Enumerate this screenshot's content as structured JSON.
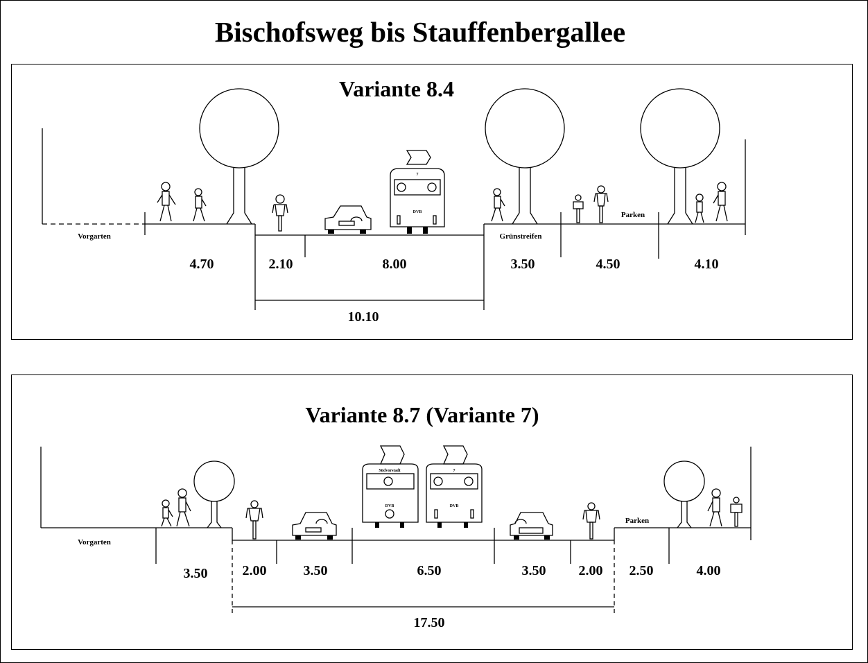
{
  "title": "Bischofsweg bis Stauffenbergallee",
  "variants": [
    {
      "title": "Variante 8.4",
      "labels": {
        "vorgarten": "Vorgarten",
        "gruenstreifen": "Grünstreifen",
        "parken": "Parken"
      },
      "tram_markings": {
        "line": "7",
        "operator": "DVB"
      },
      "widths": [
        "4.70",
        "2.10",
        "8.00",
        "3.50",
        "4.50",
        "4.10"
      ],
      "total": "10.10"
    },
    {
      "title": "Variante 8.7 (Variante 7)",
      "labels": {
        "vorgarten": "Vorgarten",
        "parken": "Parken"
      },
      "tram_markings": {
        "destination": "Südvorstadt",
        "line": "7",
        "operator": "DVB",
        "operator2": "DVB"
      },
      "widths": [
        "3.50",
        "2.00",
        "3.50",
        "6.50",
        "3.50",
        "2.00",
        "2.50",
        "4.00"
      ],
      "total": "17.50"
    }
  ]
}
